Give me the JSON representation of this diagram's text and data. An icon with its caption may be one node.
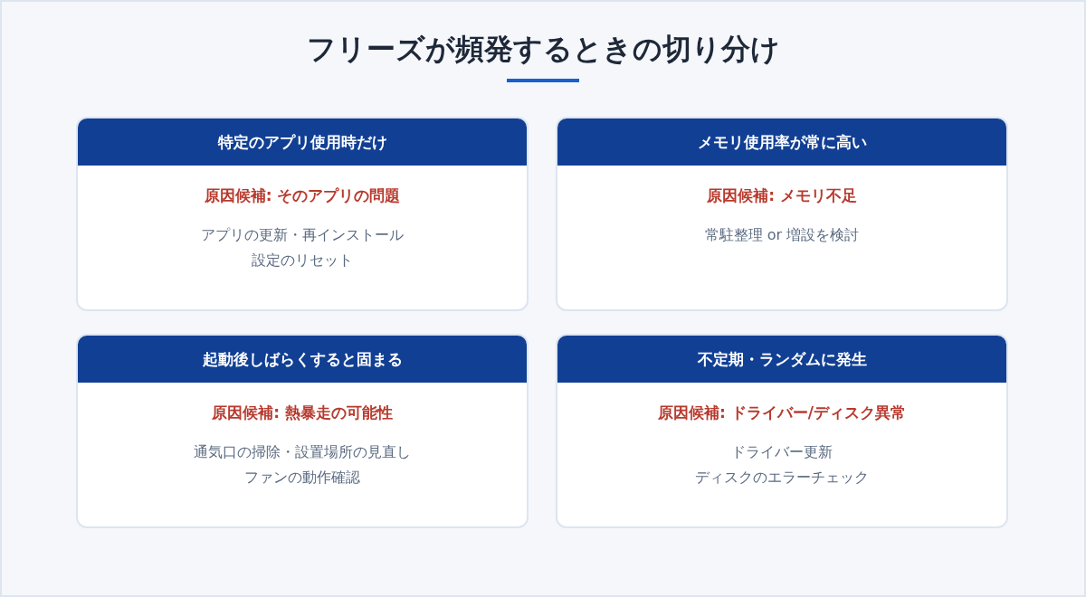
{
  "diagram": {
    "title": "フリーズが頻発するときの切り分け",
    "nodes": [
      {
        "text": [
          "特定のアプリ使用時だけ",
          "原因候補: そのアプリの問題",
          "アプリの更新・再インストール",
          "設定のリセット"
        ]
      },
      {
        "text": [
          "メモリ使用率が常に高い",
          "原因候補: メモリ不足",
          "常駐整理 or 増設を検討"
        ]
      },
      {
        "text": [
          "起動後しばらくすると固まる",
          "原因候補: 熱暴走の可能性",
          "通気口の掃除・設置場所の見直し",
          "ファンの動作確認"
        ]
      },
      {
        "text": [
          "不定期・ランダムに発生",
          "原因候補: ドライバー/ディスク異常",
          "ドライバー更新",
          "ディスクのエラーチェック"
        ]
      }
    ]
  }
}
